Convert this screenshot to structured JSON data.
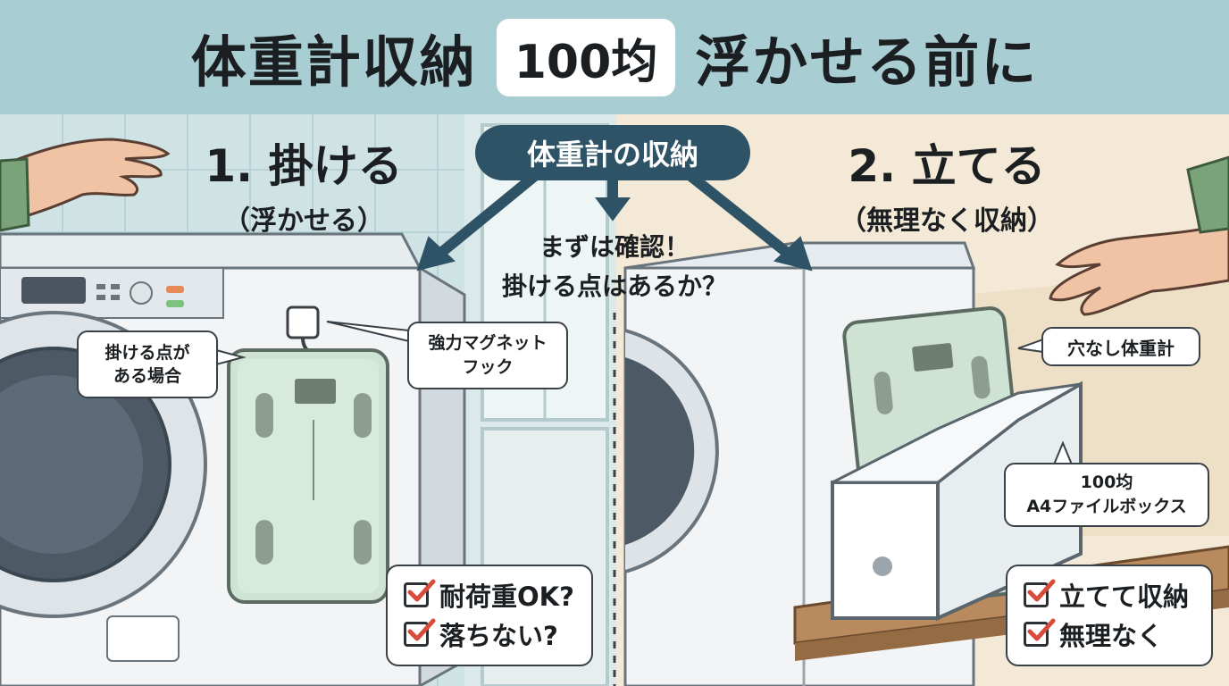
{
  "header": {
    "title_left": "体重計収納",
    "title_badge": "100均",
    "title_right": "浮かせる前に"
  },
  "center": {
    "pill_label": "体重計の収納",
    "note_line1": "まずは確認！",
    "note_line2": "掛ける点はあるか？"
  },
  "left": {
    "heading": "1. 掛ける",
    "subheading": "（浮かせる）",
    "callout_hook_point_line1": "掛ける点が",
    "callout_hook_point_line2": "ある場合",
    "callout_magnet_line1": "強力マグネット",
    "callout_magnet_line2": "フック",
    "checks": [
      "耐荷重OK?",
      "落ちない?"
    ]
  },
  "right": {
    "heading": "2. 立てる",
    "subheading": "（無理なく収納）",
    "callout_scale": "穴なし体重計",
    "callout_box_line1": "100均",
    "callout_box_line2": "A4ファイルボックス",
    "checks": [
      "立てて収納",
      "無理なく"
    ]
  },
  "colors": {
    "header_bg": "#a8cdd3",
    "pill_bg": "#2f5366",
    "left_bg": "#cfe3e5",
    "right_bg": "#f3e9d6",
    "check_red": "#d94b3a"
  },
  "icons": [
    "hand-icon",
    "washing-machine-icon",
    "scale-icon",
    "magnet-hook-icon",
    "file-box-icon",
    "checkbox-icon"
  ]
}
